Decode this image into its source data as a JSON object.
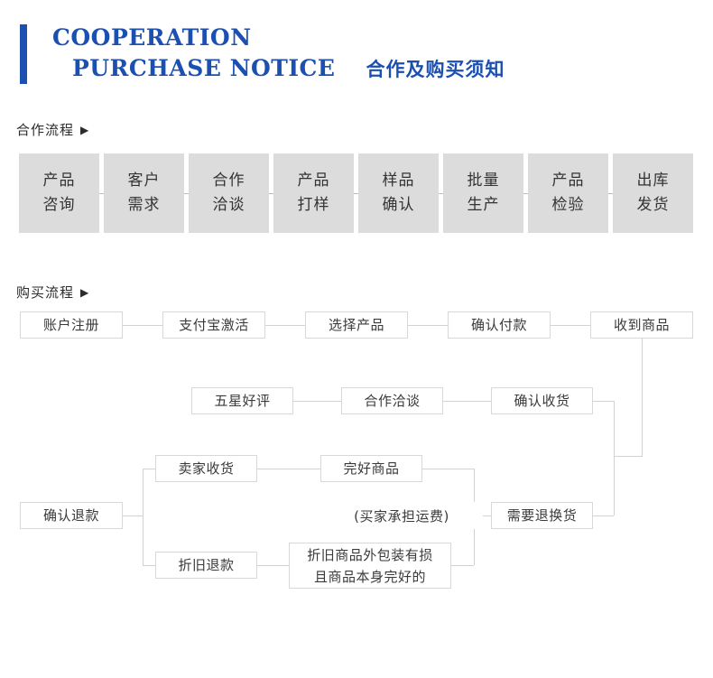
{
  "header": {
    "line1": "COOPERATION",
    "line2": "PURCHASE NOTICE",
    "chinese": "合作及购买须知",
    "accent_color": "#1c50b0"
  },
  "sections": {
    "cooperation": {
      "label": "合作流程",
      "marker": "▶"
    },
    "purchase": {
      "label": "购买流程",
      "marker": "▶"
    }
  },
  "cooperation_flow": {
    "box_color": "#dcdcdc",
    "steps": [
      {
        "line1": "产品",
        "line2": "咨询"
      },
      {
        "line1": "客户",
        "line2": "需求"
      },
      {
        "line1": "合作",
        "line2": "洽谈"
      },
      {
        "line1": "产品",
        "line2": "打样"
      },
      {
        "line1": "样品",
        "line2": "确认"
      },
      {
        "line1": "批量",
        "line2": "生产"
      },
      {
        "line1": "产品",
        "line2": "检验"
      },
      {
        "line1": "出库",
        "line2": "发货"
      }
    ]
  },
  "purchase_flow": {
    "border_color": "#d8d8d8",
    "line_color": "#d2d2d2",
    "row1": [
      {
        "label": "账户注册"
      },
      {
        "label": "支付宝激活"
      },
      {
        "label": "选择产品"
      },
      {
        "label": "确认付款"
      },
      {
        "label": "收到商品"
      }
    ],
    "row2": [
      {
        "label": "五星好评"
      },
      {
        "label": "合作洽谈"
      },
      {
        "label": "确认收货"
      }
    ],
    "row3": [
      {
        "label": "卖家收货"
      },
      {
        "label": "完好商品"
      }
    ],
    "row4": [
      {
        "label": "确认退款"
      },
      {
        "label": "(买家承担运费)"
      },
      {
        "label": "需要退换货"
      }
    ],
    "row5": [
      {
        "label": "折旧退款"
      },
      {
        "line1": "折旧商品外包装有损",
        "line2": "且商品本身完好的"
      }
    ]
  }
}
